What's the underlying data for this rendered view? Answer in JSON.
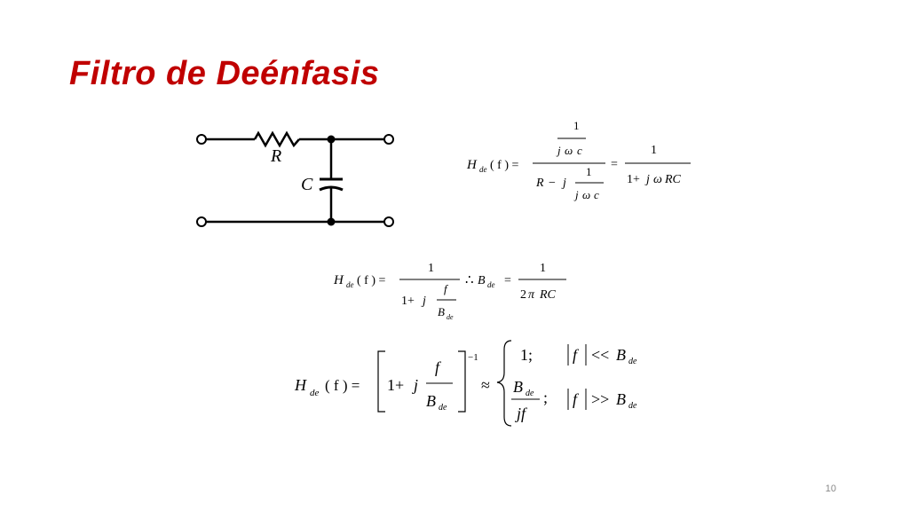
{
  "slide": {
    "title": "Filtro de Deénfasis",
    "page_number": "10"
  },
  "circuit": {
    "resistor_label": "R",
    "capacitor_label": "C"
  },
  "eq1": {
    "H": "H",
    "sub": "de",
    "arg": "( f ) =",
    "num_one": "1",
    "num_den_j": "j",
    "num_den_omega": "ω",
    "num_den_c": "c",
    "den_R": "R",
    "den_minus": "−",
    "den_j": "j",
    "den_one": "1",
    "den_den_j": "j",
    "den_den_omega": "ω",
    "den_den_c": "c",
    "eq": "=",
    "r_num": "1",
    "r_den_1": "1+",
    "r_den_j": "j",
    "r_den_omega": "ω",
    "r_den_RC": "RC"
  },
  "eq2": {
    "H": "H",
    "sub": "de",
    "arg": "( f ) =",
    "num": "1",
    "den_1": "1+",
    "den_j": "j",
    "f": "f",
    "B": "B",
    "Bsub": "de",
    "therefore": "∴",
    "B2": "B",
    "B2sub": "de",
    "eq": "=",
    "r_num": "1",
    "r_den_2": "2",
    "r_den_pi": "π",
    "r_den_RC": "RC"
  },
  "eq3": {
    "H": "H",
    "sub": "de",
    "arg": "( f ) =",
    "one_plus": "1+",
    "j": "j",
    "f": "f",
    "B": "B",
    "Bsub": "de",
    "exp": "−1",
    "approx": "≈",
    "case1_val": "1;",
    "case1_f": "f",
    "case1_op": "<<",
    "case1_B": "B",
    "case1_Bsub": "de",
    "case2_num_B": "B",
    "case2_num_sub": "de",
    "case2_den": "jf",
    "case2_semi": ";",
    "case2_f": "f",
    "case2_op": ">>",
    "case2_B": "B",
    "case2_Bsub": "de"
  }
}
